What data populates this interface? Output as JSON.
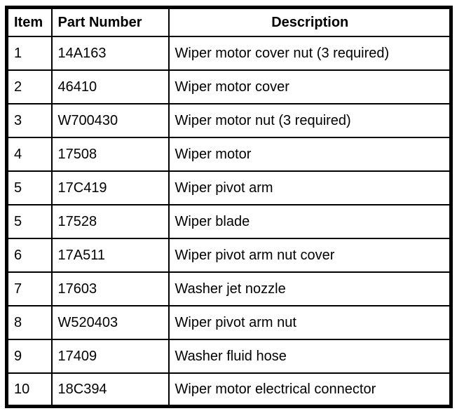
{
  "table": {
    "headers": [
      {
        "label": "Item"
      },
      {
        "label": "Part Number"
      },
      {
        "label": "Description"
      }
    ],
    "rows": [
      {
        "item": "1",
        "part_number": "14A163",
        "description": "Wiper motor cover nut (3 required)"
      },
      {
        "item": "2",
        "part_number": "46410",
        "description": "Wiper motor cover"
      },
      {
        "item": "3",
        "part_number": "W700430",
        "description": "Wiper motor nut (3 required)"
      },
      {
        "item": "4",
        "part_number": "17508",
        "description": "Wiper motor"
      },
      {
        "item": "5",
        "part_number": "17C419",
        "description": "Wiper pivot arm"
      },
      {
        "item": "5",
        "part_number": "17528",
        "description": "Wiper blade"
      },
      {
        "item": "6",
        "part_number": "17A511",
        "description": "Wiper pivot arm nut cover"
      },
      {
        "item": "7",
        "part_number": "17603",
        "description": "Washer jet nozzle"
      },
      {
        "item": "8",
        "part_number": "W520403",
        "description": "Wiper pivot arm nut"
      },
      {
        "item": "9",
        "part_number": "17409",
        "description": "Washer fluid hose"
      },
      {
        "item": "10",
        "part_number": "18C394",
        "description": "Wiper motor electrical connector"
      }
    ]
  }
}
